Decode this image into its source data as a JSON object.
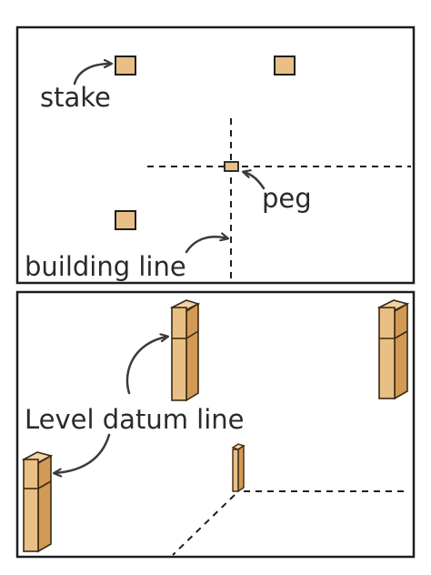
{
  "labels": {
    "stake": "stake",
    "peg": "peg",
    "building_line": "building line",
    "level_datum_line": "Level datum line"
  },
  "colors": {
    "wood_front": "#e8bf85",
    "wood_side": "#d39a55",
    "wood_top": "#f2d3a4",
    "outline": "#1e1e1e",
    "text": "#2a2a2a"
  },
  "icons": {
    "arrow": "curved-arrow"
  }
}
